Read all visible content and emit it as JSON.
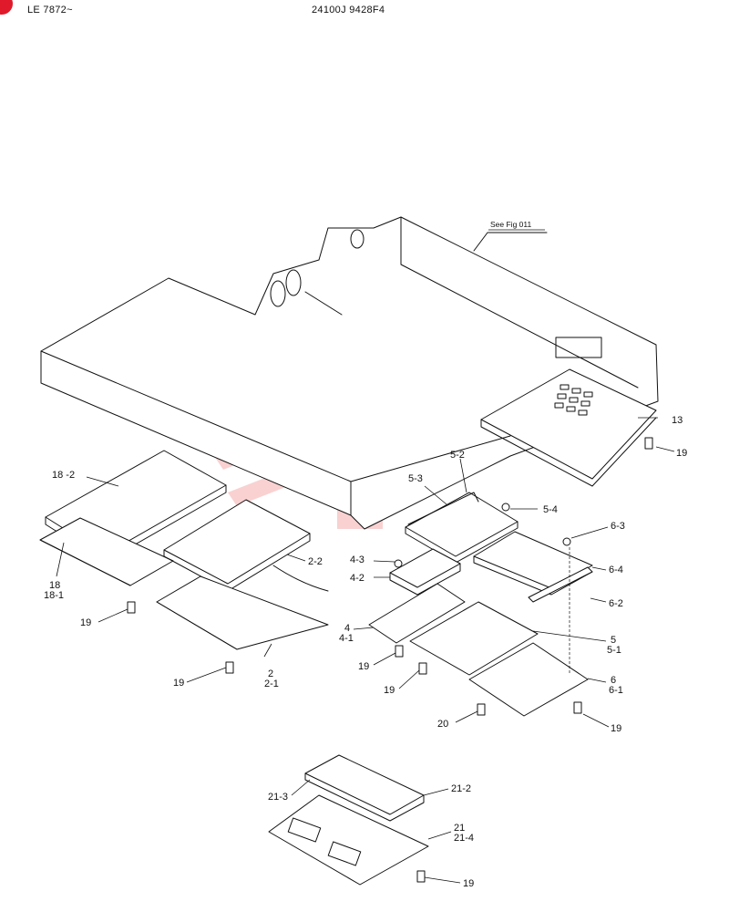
{
  "header": {
    "model": "LE 7872~",
    "doc_code": "24100J 9428F4"
  },
  "reference_note": "See Fig 011",
  "parts": [
    {
      "id": "p13",
      "label": "13"
    },
    {
      "id": "p19a",
      "label": "19"
    },
    {
      "id": "p18-2",
      "label": "18 -2"
    },
    {
      "id": "p5-2",
      "label": "5-2"
    },
    {
      "id": "p5-3",
      "label": "5-3"
    },
    {
      "id": "p5-4",
      "label": "5-4"
    },
    {
      "id": "p6-3",
      "label": "6-3"
    },
    {
      "id": "p2-2",
      "label": "2-2"
    },
    {
      "id": "p4-3",
      "label": "4-3"
    },
    {
      "id": "p6-4",
      "label": "6-4"
    },
    {
      "id": "p4-2",
      "label": "4-2"
    },
    {
      "id": "p18",
      "label": "18"
    },
    {
      "id": "p18-1",
      "label": "18-1"
    },
    {
      "id": "p6-2",
      "label": "6-2"
    },
    {
      "id": "p19b",
      "label": "19"
    },
    {
      "id": "p4",
      "label": "4"
    },
    {
      "id": "p4-1",
      "label": "4-1"
    },
    {
      "id": "p5",
      "label": "5"
    },
    {
      "id": "p5-1",
      "label": "5-1"
    },
    {
      "id": "p2",
      "label": "2"
    },
    {
      "id": "p2-1",
      "label": "2-1"
    },
    {
      "id": "p19c",
      "label": "19"
    },
    {
      "id": "p19d",
      "label": "19"
    },
    {
      "id": "p19e",
      "label": "19"
    },
    {
      "id": "p6",
      "label": "6"
    },
    {
      "id": "p6-1",
      "label": "6-1"
    },
    {
      "id": "p20",
      "label": "20"
    },
    {
      "id": "p19f",
      "label": "19"
    },
    {
      "id": "p21-3",
      "label": "21-3"
    },
    {
      "id": "p21-2",
      "label": "21-2"
    },
    {
      "id": "p21",
      "label": "21"
    },
    {
      "id": "p21-4",
      "label": "21-4"
    },
    {
      "id": "p19g",
      "label": "19"
    }
  ],
  "colors": {
    "ink": "#111111",
    "watermark": "#f7c1c1",
    "corner_mark": "#e01a2a"
  }
}
